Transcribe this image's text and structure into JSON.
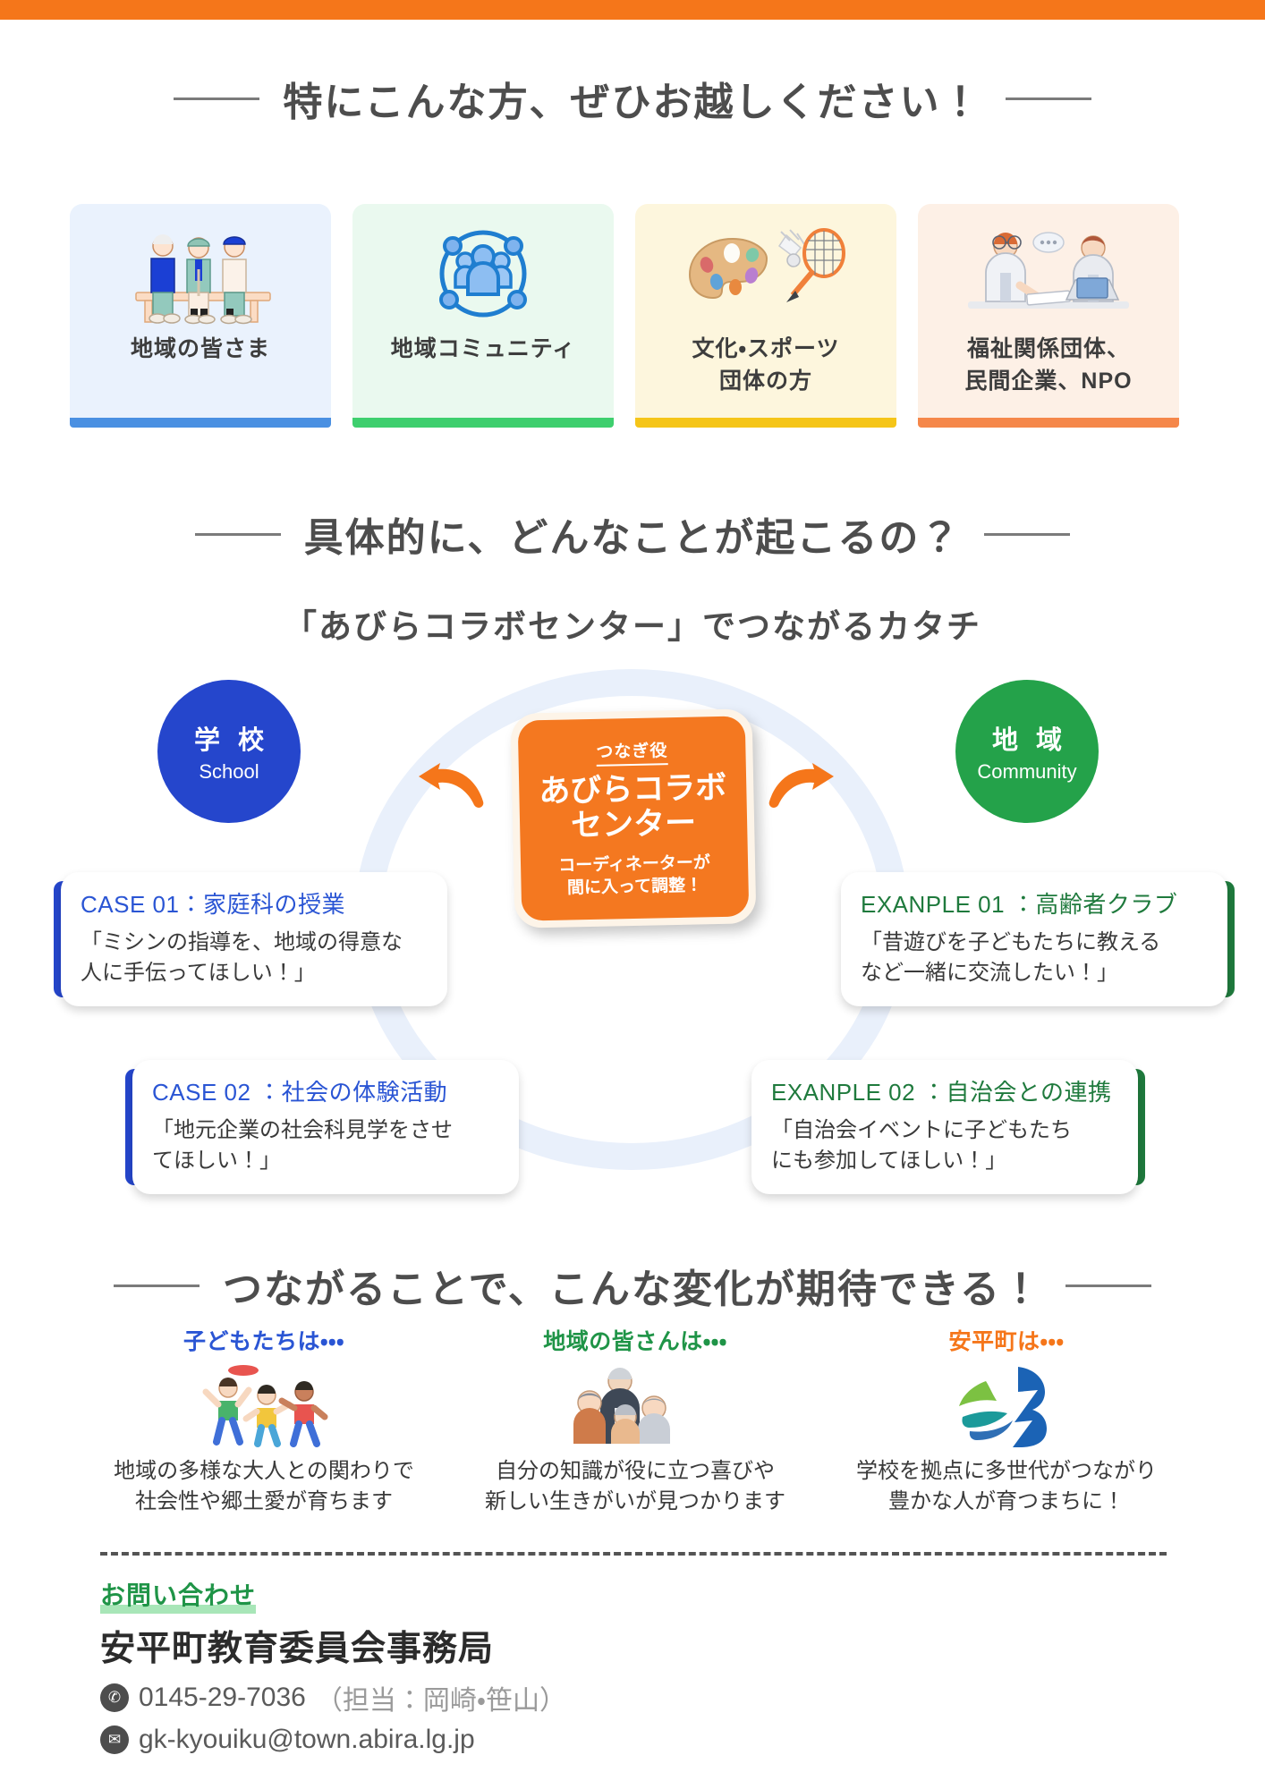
{
  "top_bar_color": "#f5761a",
  "headings": {
    "audience": "特にこんな方、ぜひお越しください！",
    "what_happens": "具体的に、どんなことが起こるの？",
    "subtitle": "「あびらコラボセンター」でつながるカタチ",
    "change": "つながることで、こんな変化が期待できる！"
  },
  "audience_cards": [
    {
      "label": "地域の皆さま",
      "bg": "#eaf2fd",
      "accent": "#4a90e2",
      "icon": "elderly-people-on-bench-icon"
    },
    {
      "label": "地域コミュニティ",
      "bg": "#eaf9ef",
      "accent": "#3ecf6e",
      "icon": "community-network-icon"
    },
    {
      "label": "文化・スポーツ\n団体の方",
      "label_line1": "文化・スポーツ",
      "label_line2": "団体の方",
      "bg": "#fdf6dd",
      "accent": "#f5c518",
      "icon": "palette-and-racket-icon"
    },
    {
      "label": "福祉関係団体、\n民間企業、NPO",
      "label_line1": "福祉関係団体、",
      "label_line2": "民間企業、NPO",
      "bg": "#fdf0e6",
      "accent": "#f5874a",
      "icon": "office-workers-icon"
    }
  ],
  "diagram": {
    "nodes": [
      {
        "jp": "学 校",
        "en": "School",
        "color": "#2546cc"
      },
      {
        "jp": "地 域",
        "en": "Community",
        "color": "#24a24a"
      }
    ],
    "center": {
      "role": "つなぎ役",
      "title_line1": "あびらコラボ",
      "title_line2": "センター",
      "sub_line1": "コーディネーターが",
      "sub_line2": "間に入って調整！",
      "color": "#f47820"
    },
    "arrows": {
      "color": "#f5761a",
      "left": "arrow-pointing-left",
      "right": "arrow-pointing-right"
    },
    "cases": [
      {
        "title": "CASE 01：家庭科の授業",
        "body_line1": "「ミシンの指導を、地域の得意な",
        "body_line2": "人に手伝ってほしい！」",
        "accent": "#2546cc",
        "side": "left"
      },
      {
        "title": "CASE 02 ：社会の体験活動",
        "body_line1": "「地元企業の社会科見学をさせ",
        "body_line2": "てほしい！」",
        "accent": "#2546cc",
        "side": "left"
      },
      {
        "title": "EXANPLE 01 ：高齢者クラブ",
        "body_line1": "「昔遊びを子どもたちに教える",
        "body_line2": "など一緒に交流したい！」",
        "accent": "#1f7a3d",
        "side": "right"
      },
      {
        "title": "EXANPLE 02 ：自治会との連携",
        "body_line1": "「自治会イベントに子どもたち",
        "body_line2": "にも参加してほしい！」",
        "accent": "#1f7a3d",
        "side": "right"
      }
    ]
  },
  "benefits": [
    {
      "head": "子どもたちは・・・",
      "color": "#2a55d4",
      "icon": "children-playing-icon",
      "text_line1": "地域の多様な大人との関わりで",
      "text_line2": "社会性や郷土愛が育ちます"
    },
    {
      "head": "地域の皆さんは・・・",
      "color": "#1f9447",
      "icon": "elderly-group-icon",
      "text_line1": "自分の知識が役に立つ喜びや",
      "text_line2": "新しい生きがいが見つかります"
    },
    {
      "head": "安平町は・・・",
      "color": "#f5761a",
      "icon": "abira-town-logo-icon",
      "text_line1": "学校を拠点に多世代がつながり",
      "text_line2": "豊かな人が育つまちに！"
    }
  ],
  "contact": {
    "label": "お問い合わせ",
    "organization": "安平町教育委員会事務局",
    "phone": "0145-29-7036",
    "phone_note": "（担当：岡崎・笹山）",
    "email": "gk-kyouiku@town.abira.lg.jp",
    "phone_icon": "phone-icon",
    "mail_icon": "mail-icon"
  }
}
